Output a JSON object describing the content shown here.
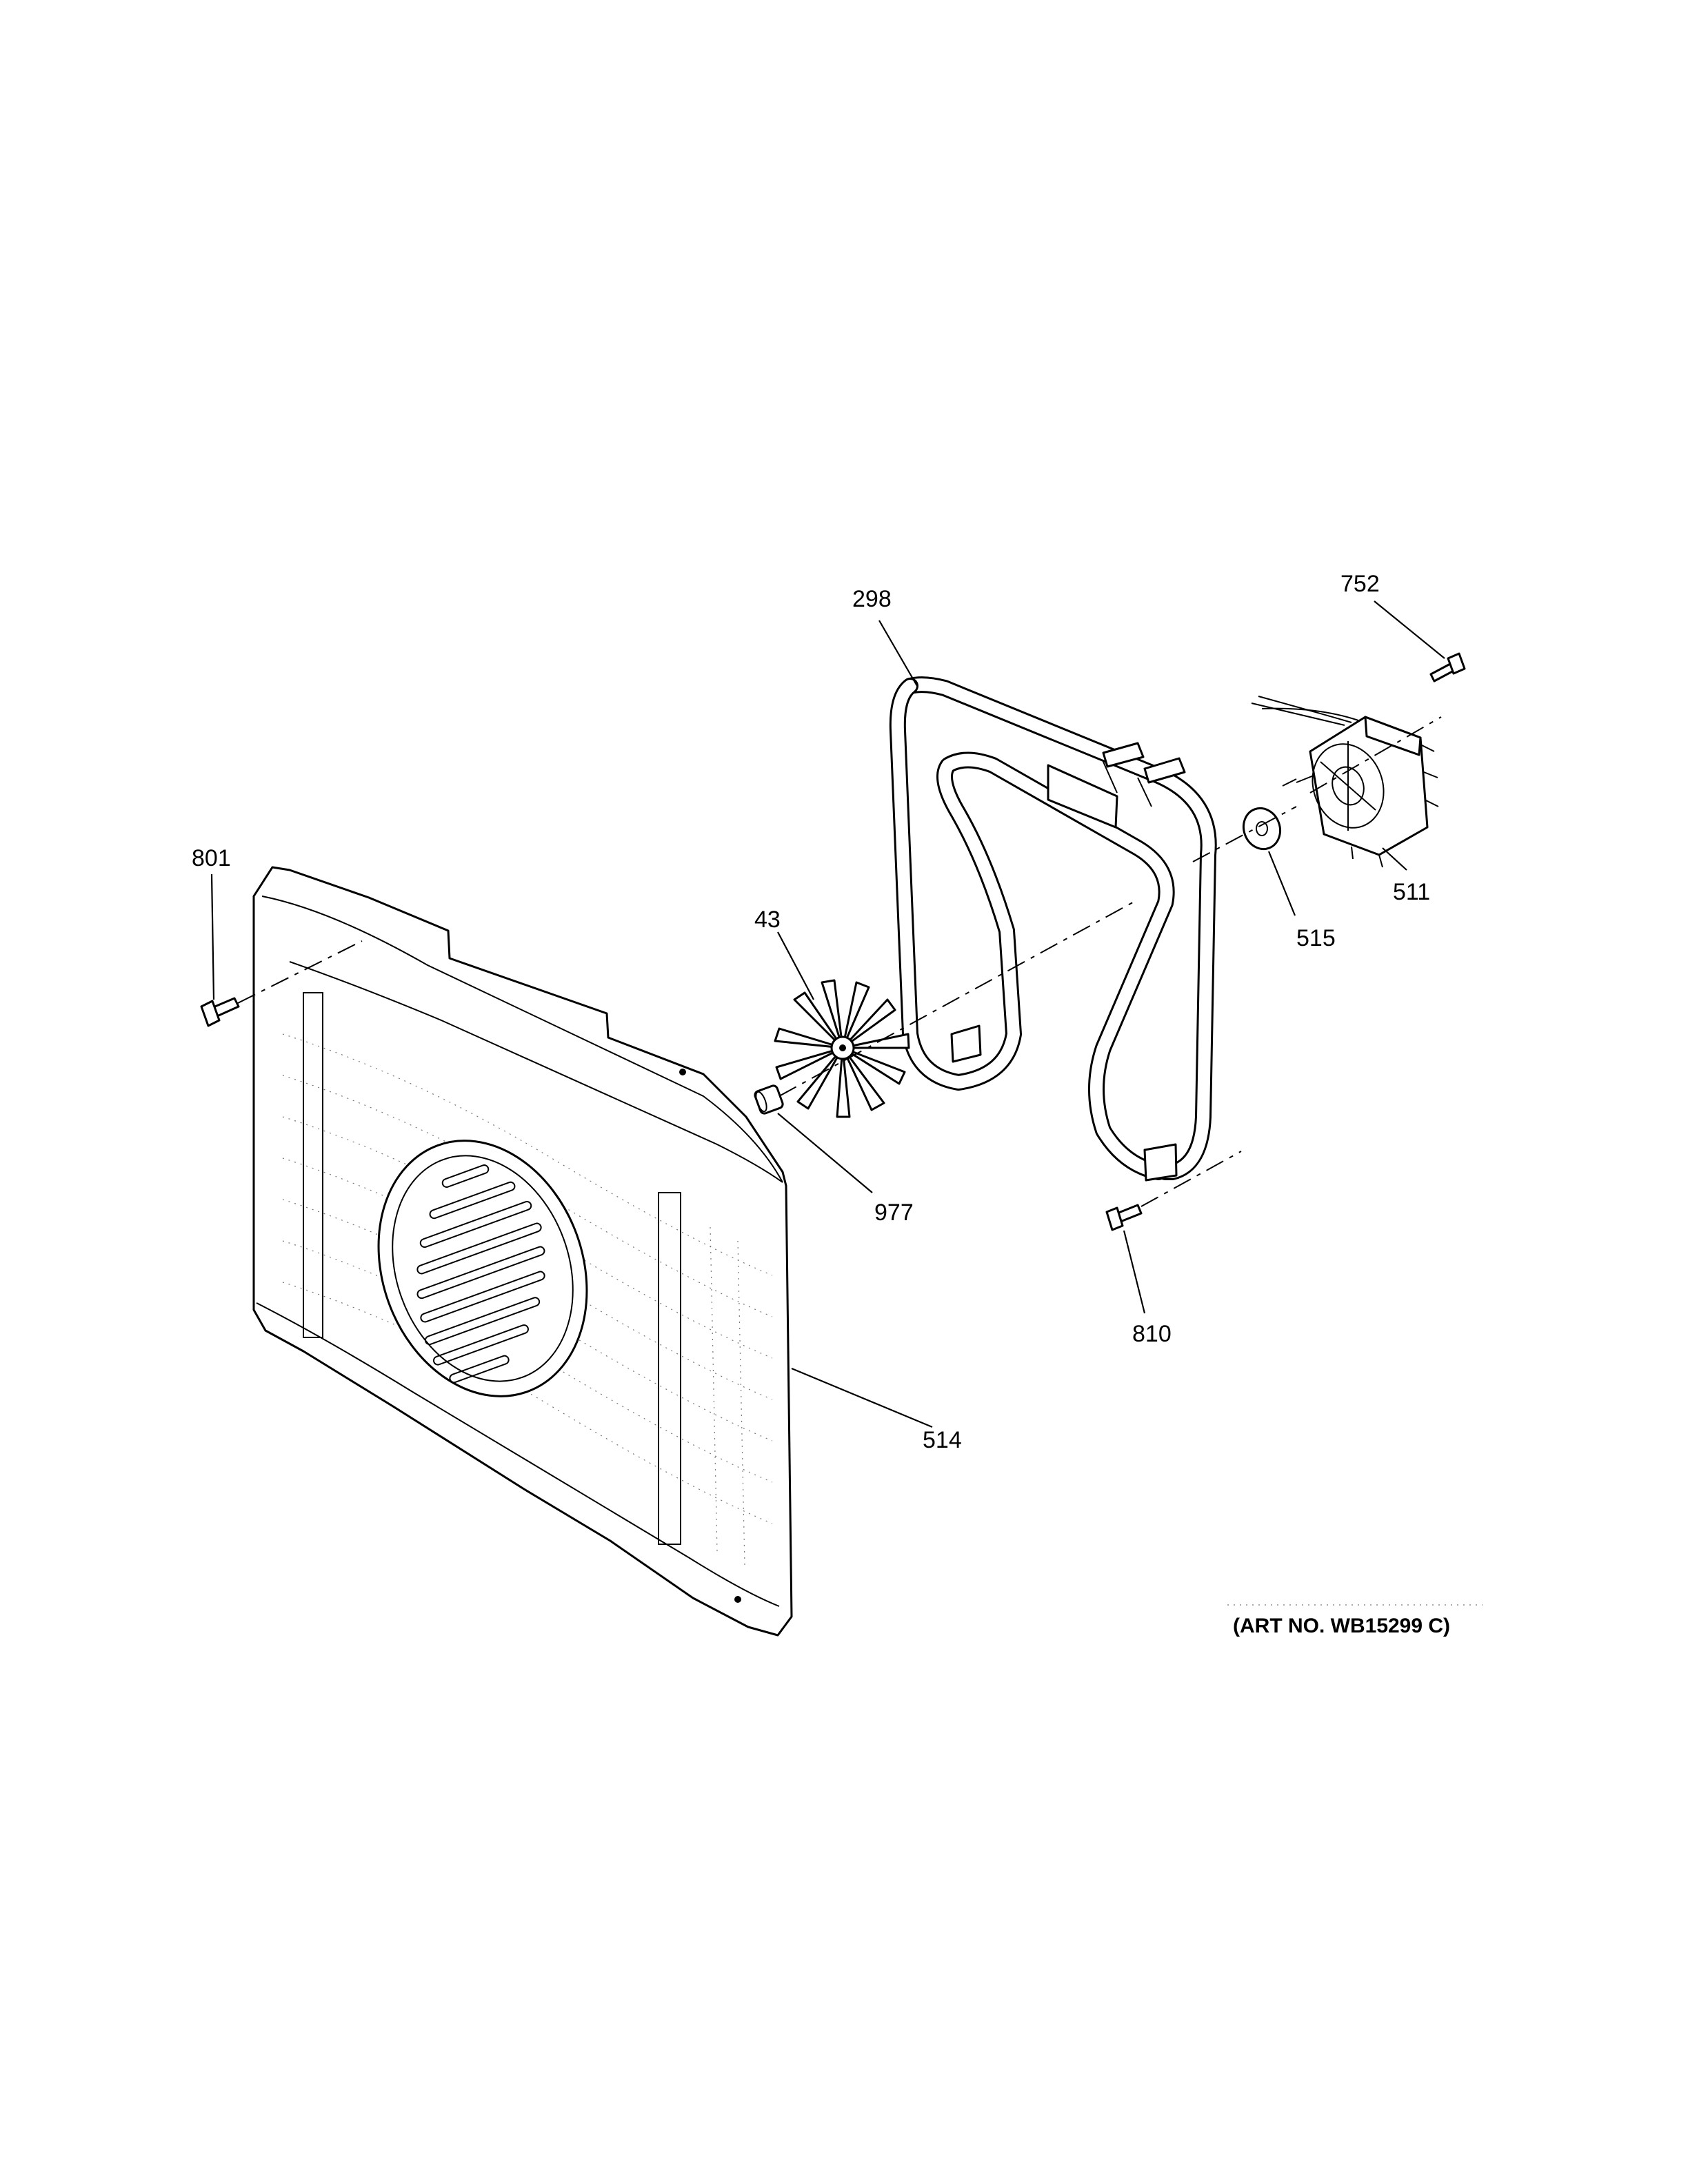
{
  "callouts": {
    "p298": "298",
    "p752": "752",
    "p801": "801",
    "p43": "43",
    "p511": "511",
    "p515": "515",
    "p977": "977",
    "p810": "810",
    "p514": "514"
  },
  "art_number": "(ART NO. WB15299 C)"
}
